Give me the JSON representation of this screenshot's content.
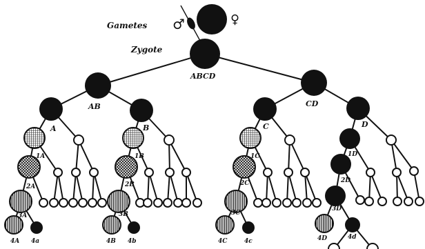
{
  "labels": {
    "gametes": "Gametes",
    "zygote": "Zygote",
    "male_symbol": "♂",
    "female_symbol": "♀",
    "abcd": "ABCD",
    "ab": "AB",
    "cd": "CD",
    "a": "A",
    "b": "B",
    "c": "C",
    "d": "D",
    "a1": "1A",
    "b1": "1B",
    "c1": "1C",
    "d1": "1D",
    "a2": "2A",
    "b2": "2B",
    "c2": "2C",
    "d2": "2D",
    "a3": "3A",
    "b3": "3B",
    "c3": "3C",
    "d3": "3D",
    "a4": "4A",
    "a4e": "4a",
    "b4": "4B",
    "b4e": "4b",
    "c4": "4C",
    "c4e": "4c",
    "d4": "4D",
    "d4e": "4d"
  },
  "colors": {
    "ink": "#111111",
    "paper": "#ffffff"
  }
}
